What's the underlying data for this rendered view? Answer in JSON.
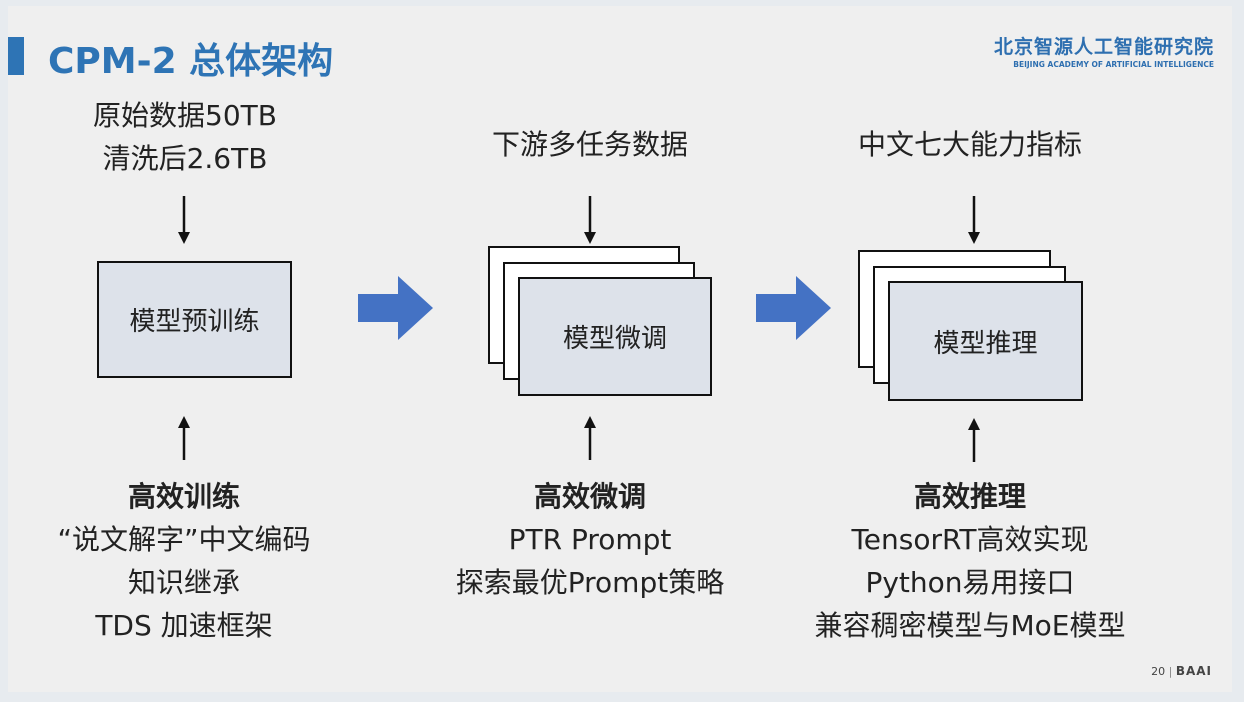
{
  "header": {
    "title": "CPM-2 总体架构",
    "logo_cn": "北京智源人工智能研究院",
    "logo_en": "BEIJING ACADEMY OF ARTIFICIAL INTELLIGENCE"
  },
  "columns": [
    {
      "top_lines": [
        "原始数据50TB",
        "清洗后2.6TB"
      ],
      "box_label": "模型预训练",
      "bottom_title": "高效训练",
      "bottom_lines": [
        "“说文解字”中文编码",
        "知识继承",
        "TDS 加速框架"
      ]
    },
    {
      "top_lines": [
        "下游多任务数据"
      ],
      "box_label": "模型微调",
      "bottom_title": "高效微调",
      "bottom_lines": [
        "PTR Prompt",
        "探索最优Prompt策略"
      ]
    },
    {
      "top_lines": [
        "中文七大能力指标"
      ],
      "box_label": "模型推理",
      "bottom_title": "高效推理",
      "bottom_lines": [
        "TensorRT高效实现",
        "Python易用接口",
        "兼容稠密模型与MoE模型"
      ]
    }
  ],
  "footer": {
    "page_number": "20",
    "brand": "BAAI"
  },
  "colors": {
    "accent": "#2e74b5",
    "flow_arrow": "#4472c4",
    "box_fill": "#dde2ea"
  }
}
